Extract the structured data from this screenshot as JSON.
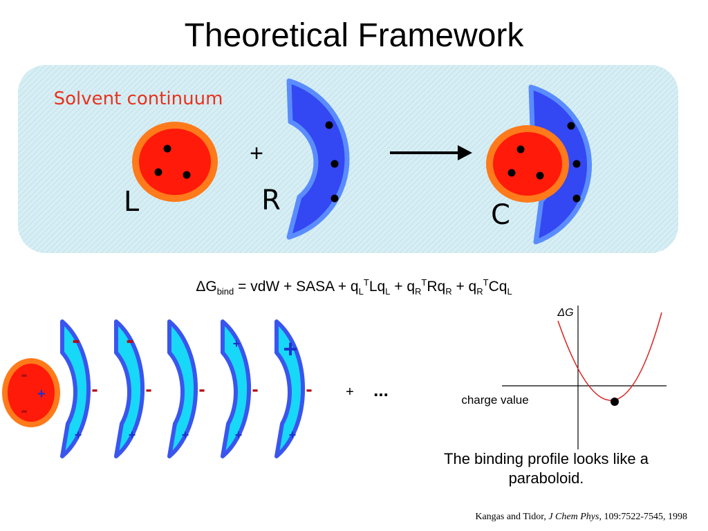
{
  "slide": {
    "title": "Theoretical Framework",
    "solvent_label": "Solvent continuum",
    "plus_sign": "+",
    "ligand_label": "L",
    "receptor_label": "R",
    "complex_label": "C",
    "series_plus": "+",
    "ellipsis": "...",
    "plot_y_label": "ΔG",
    "plot_x_label": "charge value",
    "caption": "The binding profile looks like a paraboloid.",
    "citation": {
      "authors": "Kangas and Tidor,",
      "journal": "J Chem Phys",
      "details": ", 109:7522-7545, 1998"
    }
  },
  "equation": {
    "delta": "Δ",
    "G": "G",
    "G_sub": "bind",
    "middle": " = vdW + SASA  + q",
    "qL_sub": "L",
    "sup1": "T",
    "Lq": "Lq",
    "Lq_sub": "L",
    "plus_qR": " + q",
    "qR_sub": "R",
    "sup2": "T",
    "Rq": "Rq",
    "Rq_sub": "R",
    "plus_qR2": " + q",
    "qR2_sub": "R",
    "sup3": "T",
    "Cq": "Cq",
    "Cq_sub": "L"
  },
  "colors": {
    "solvent_bg": "#d6eef4",
    "ligand_fill": "#ff1a0a",
    "ligand_ring": "#ff7a1a",
    "receptor_fill": "#3347f2",
    "receptor_edge": "#5a8cff",
    "bottom_receptor_fill": "#18d8f8",
    "bottom_receptor_edge": "#3a55ee",
    "label_red": "#e8321e",
    "charge_red": "#b30f14",
    "charge_blue": "#1a33cc",
    "parabola": "#d92020"
  },
  "bottom_charges": {
    "ligand": [
      "-",
      "+",
      "-"
    ],
    "receptors": [
      {
        "top": "-",
        "mid": "-",
        "bot": "+"
      },
      {
        "top": "-",
        "mid": "-",
        "bot": "+"
      },
      {
        "top": "",
        "mid": "-",
        "bot": "+"
      },
      {
        "top": "+",
        "mid": "-",
        "bot": "+"
      },
      {
        "top": "+",
        "mid": "-",
        "bot": "+"
      }
    ]
  }
}
